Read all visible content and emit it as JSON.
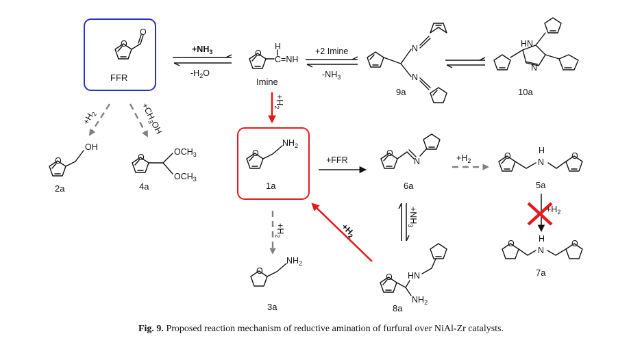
{
  "compounds": {
    "ffr": "FFR",
    "imine": "Imine",
    "c1a": "1a",
    "c2a": "2a",
    "c3a": "3a",
    "c4a": "4a",
    "c5a": "5a",
    "c6a": "6a",
    "c7a": "7a",
    "c8a": "8a",
    "c9a": "9a",
    "c10a": "10a"
  },
  "groups": {
    "nh2": "NH",
    "nh2_sub": "2",
    "oh": "OH",
    "och3": "OCH",
    "och3_sub": "3",
    "o": "O",
    "n": "N",
    "h": "H",
    "hn": "HN",
    "cnh": "C=NH"
  },
  "reagents": {
    "nh3": "+NH",
    "nh3_sub": "3",
    "h2o": "-H",
    "h2o_sub": "2",
    "h2o_end": "O",
    "imine2": "+2 Imine",
    "minus_nh3": "-NH",
    "minus_nh3_sub": "3",
    "ffr_add": "+FFR",
    "h2": "+H",
    "h2_sub": "2",
    "ch3oh": "+CH",
    "ch3oh_sub": "3",
    "ch3oh_end": "OH"
  },
  "caption": {
    "label": "Fig. 9.",
    "text": " Proposed reaction mechanism of reductive amination of furfural over NiAl-Zr catalysts."
  },
  "colors": {
    "ffr_box": "#2832c2",
    "product_box": "#e41a1c",
    "main_arrow": "#e41a1c",
    "side_arrow": "#808080"
  }
}
